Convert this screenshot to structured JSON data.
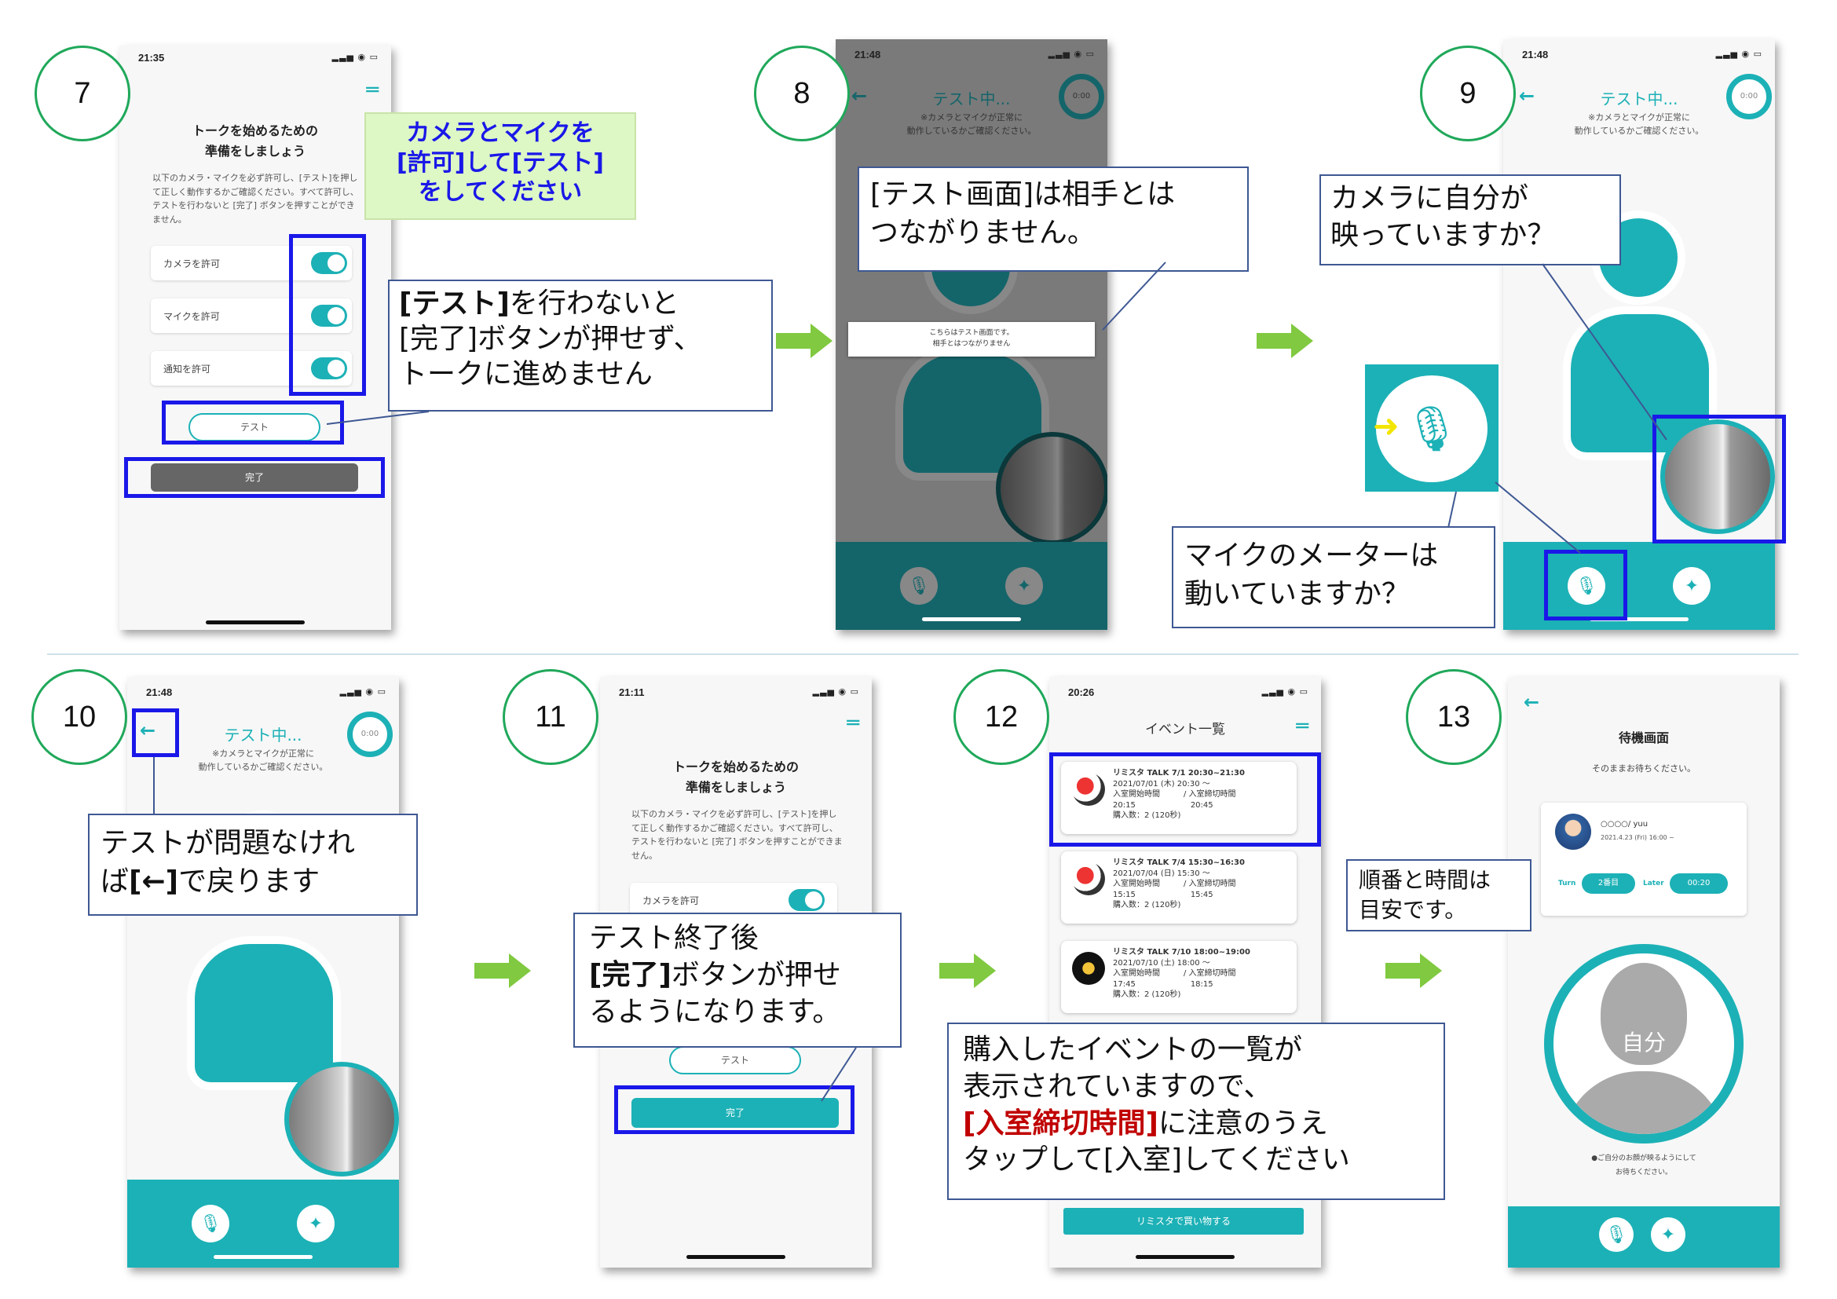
{
  "steps": [
    "7",
    "8",
    "9",
    "10",
    "11",
    "12",
    "13"
  ],
  "screens": {
    "s7": {
      "time": "21:35",
      "title_1": "トークを始めるための",
      "title_2": "準備をしましょう",
      "desc": "以下のカメラ・マイクを必ず許可し、[テスト]を押して正しく動作するかご確認ください。すべて許可し、テストを行わないと [完了] ボタンを押すことができません。",
      "perms": [
        "カメラを許可",
        "マイクを許可",
        "通知を許可"
      ],
      "test_btn": "テスト",
      "done_btn": "完了"
    },
    "s8": {
      "time": "21:48",
      "title": "テスト中...",
      "sub_1": "※カメラとマイクが正常に",
      "sub_2": "動作しているかご確認ください。",
      "timer": "0:00",
      "toast_1": "こちらはテスト画面です。",
      "toast_2": "相手とはつながりません"
    },
    "s9": {
      "time": "21:48",
      "title": "テスト中...",
      "sub_1": "※カメラとマイクが正常に",
      "sub_2": "動作しているかご確認ください。",
      "timer": "0:00"
    },
    "s10": {
      "time": "21:48",
      "title": "テスト中...",
      "sub_1": "※カメラとマイクが正常に",
      "sub_2": "動作しているかご確認ください。",
      "timer": "0:00"
    },
    "s11": {
      "time": "21:11",
      "title_1": "トークを始めるための",
      "title_2": "準備をしましょう",
      "desc": "以下のカメラ・マイクを必ず許可し、[テスト]を押して正しく動作するかご確認ください。すべて許可し、テストを行わないと [完了] ボタンを押すことができません。",
      "perm": "カメラを許可",
      "test_btn": "テスト",
      "done_btn": "完了"
    },
    "s12": {
      "time": "20:26",
      "title": "イベント一覧",
      "events": [
        {
          "name": "リミスタ TALK 7/1 20:30~21:30",
          "date": "2021/07/01 (木) 20:30 〜",
          "labels": "入室開始時間　　　/ 入室締切時間",
          "times": "20:15　　　　　　　20:45",
          "count": "購入数：2 (120秒)"
        },
        {
          "name": "リミスタ TALK 7/4 15:30~16:30",
          "date": "2021/07/04 (日) 15:30 〜",
          "labels": "入室開始時間　　　/ 入室締切時間",
          "times": "15:15　　　　　　　15:45",
          "count": "購入数：2 (120秒)"
        },
        {
          "name": "リミスタ TALK 7/10 18:00~19:00",
          "date": "2021/07/10 (土) 18:00 〜",
          "labels": "入室開始時間　　　/ 入室締切時間",
          "times": "17:45　　　　　　　18:15",
          "count": "購入数：2 (120秒)"
        }
      ],
      "shop_btn": "リミスタで買い物する"
    },
    "s13": {
      "title": "待機画面",
      "sub": "そのままお待ちください。",
      "user": "○○○○/ yuu",
      "user_date": "2021.4.23 (Fri) 16:00 ~",
      "turn_label": "Turn",
      "turn_val": "2番目",
      "later_label": "Later",
      "later_val": "00:20",
      "self": "自分",
      "note_1": "●ご自分のお顔が映るようにして",
      "note_2": "お待ちください。"
    }
  },
  "callouts": {
    "c7_green": [
      "カメラとマイクを",
      "[許可]して[テスト]",
      "をしてください"
    ],
    "c7_main_bold": "[テスト]",
    "c7_main_1": "を行わないと",
    "c7_main_2": "[完了]ボタンが押せず、",
    "c7_main_3": "トークに進めません",
    "c8": [
      "[テスト画面]は相手とは",
      "つながりません。"
    ],
    "c9_cam": [
      "カメラに自分が",
      "映っていますか？"
    ],
    "c9_mic": [
      "マイクのメーターは",
      "動いていますか？"
    ],
    "c10_1": "テストが問題なけれ",
    "c10_2_pre": "ば",
    "c10_2_bold": "[←]",
    "c10_2_post": "で戻ります",
    "c11_1": "テスト終了後",
    "c11_2_bold": "[完了]",
    "c11_2_post": "ボタンが押せ",
    "c11_3": "るようになります。",
    "c12_1": "購入したイベントの一覧が",
    "c12_2": "表示されていますので、",
    "c12_3_red": "[入室締切時間]",
    "c12_3_post": "に注意のうえ",
    "c12_4": "タップして[入室]してください",
    "c13": [
      "順番と時間は",
      "目安です。"
    ]
  },
  "colors": {
    "accent": "#1cb1b6",
    "highlight": "#1a18e8",
    "arrow": "#80c940",
    "callout_border": "#3e5893",
    "red": "#c00000",
    "green_box": "#ddf7c5"
  }
}
